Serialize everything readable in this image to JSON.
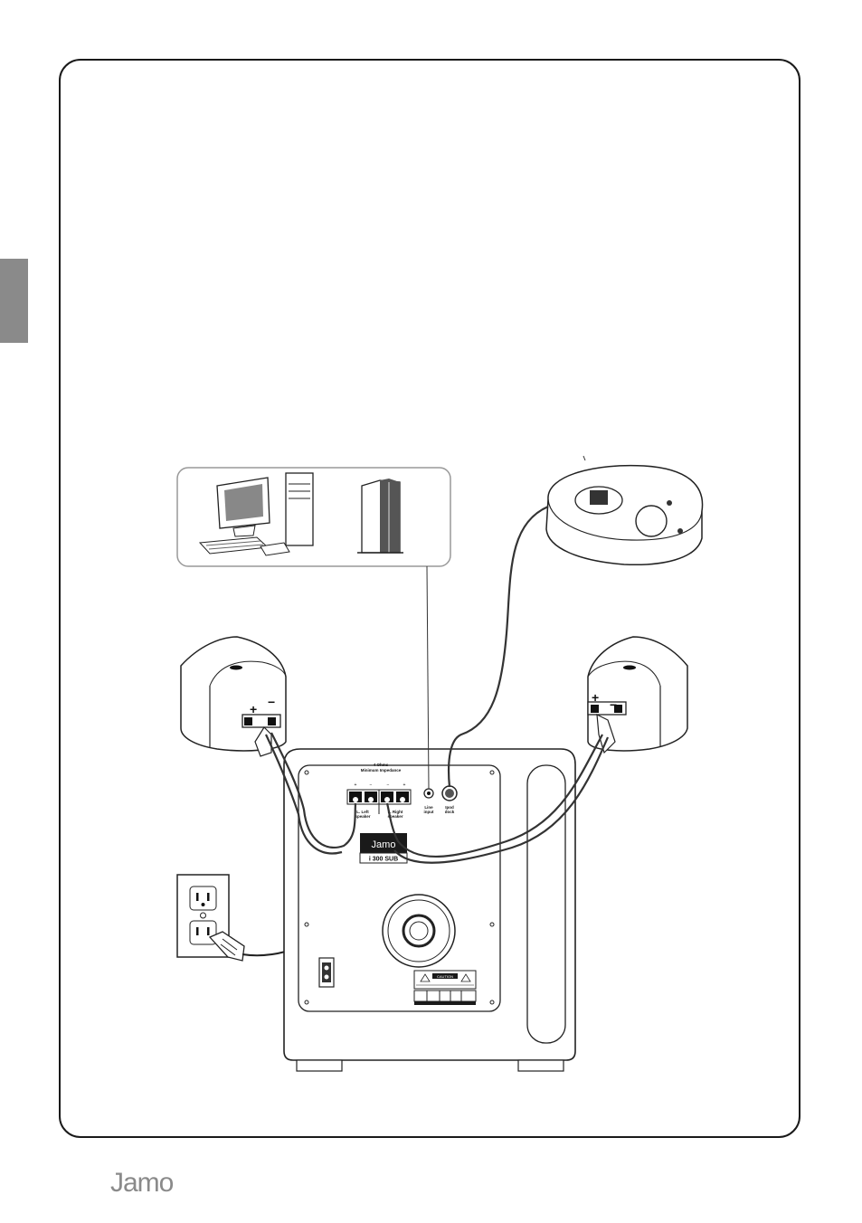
{
  "subwoofer": {
    "impedance_line1": "4 Ohms",
    "impedance_line2": "Minimum Impedance",
    "polarity": [
      "+",
      "−",
      "−",
      "+"
    ],
    "left_terminal_label": [
      "L. Left",
      "speaker"
    ],
    "right_terminal_label": [
      "L. Right",
      "speaker"
    ],
    "line_input_label": [
      "Line",
      "input"
    ],
    "ipod_dock_label": [
      "Ipod",
      "dock"
    ],
    "brand_badge": "Jamo",
    "model_label": "i 300 SUB",
    "caution_label": "CAUTION"
  },
  "left_satellite": {
    "plus": "+",
    "minus": "−"
  },
  "right_satellite": {
    "plus": "+",
    "minus": "−"
  },
  "footer": {
    "brand": "Jamo"
  },
  "colors": {
    "frame": "#1a1a1a",
    "side_tab": "#8a8a8a",
    "badge": "#1a1a1a"
  }
}
